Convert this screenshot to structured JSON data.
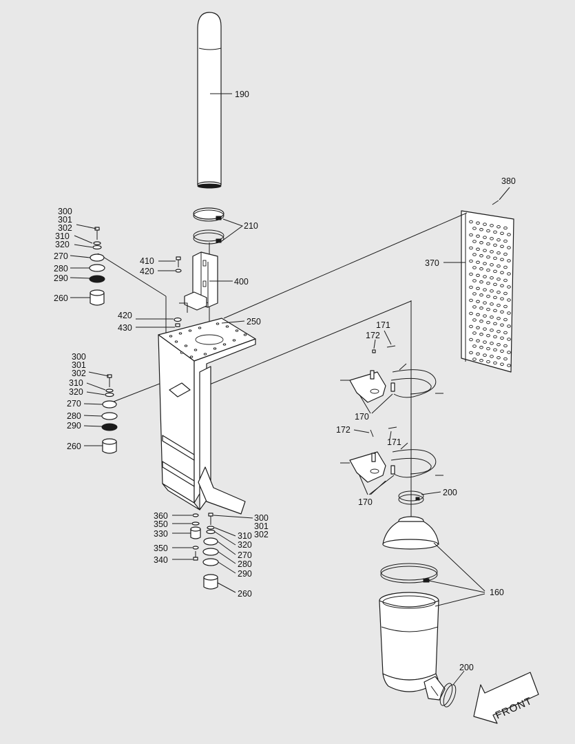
{
  "colors": {
    "background": "#e8e8e8",
    "line": "#1a1a1a",
    "part_fill": "#ffffff"
  },
  "callouts": {
    "c190": "190",
    "c210": "210",
    "c380": "380",
    "c370": "370",
    "c400": "400",
    "c410": "410",
    "c420a": "420",
    "c420b": "420",
    "c430": "430",
    "c250": "250",
    "ul300": "300",
    "ul301": "301",
    "ul302": "302",
    "ul310": "310",
    "ul320": "320",
    "ul270": "270",
    "ul280": "280",
    "ul290": "290",
    "ul260": "260",
    "ml300": "300",
    "ml301": "301",
    "ml302": "302",
    "ml310": "310",
    "ml320": "320",
    "ml270": "270",
    "ml280": "280",
    "ml290": "290",
    "ml260": "260",
    "c171a": "171",
    "c172a": "172",
    "c170a": "170",
    "c172b": "172",
    "c171b": "171",
    "c170b": "170",
    "c200a": "200",
    "c160": "160",
    "c200b": "200",
    "b360": "360",
    "b350a": "350",
    "b330": "330",
    "b350b": "350",
    "b340": "340",
    "b300": "300",
    "b301": "301",
    "b302": "302",
    "b310": "310",
    "b320": "320",
    "b270": "270",
    "b280": "280",
    "b290": "290",
    "b260": "260"
  },
  "front_label": "FRONT"
}
